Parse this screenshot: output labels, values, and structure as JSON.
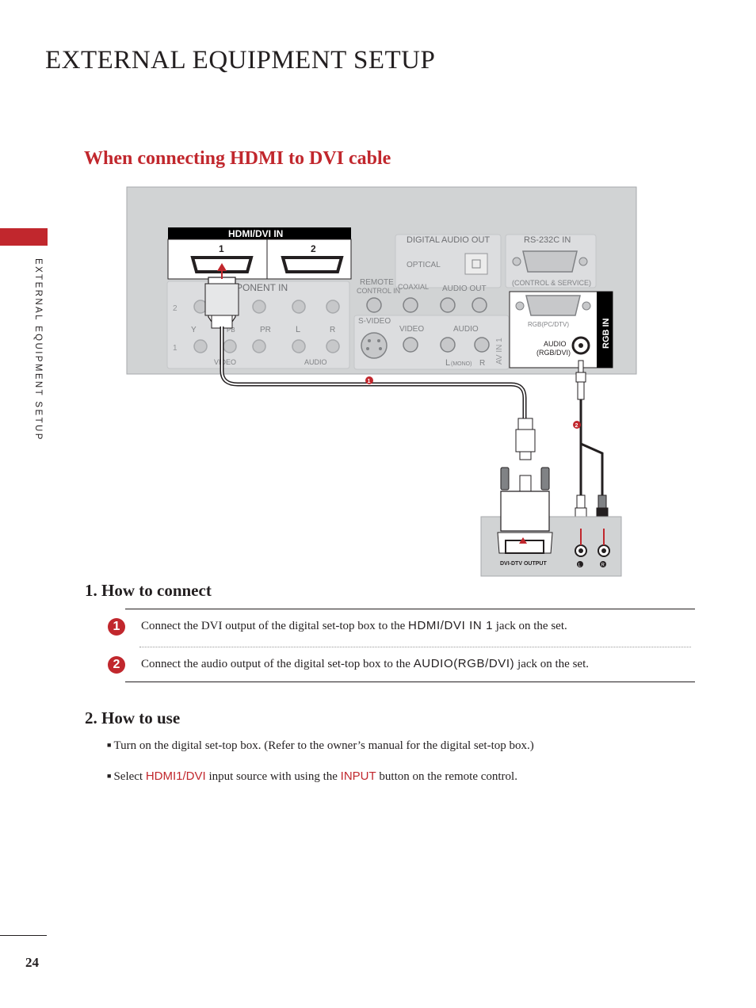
{
  "header": {
    "title": "EXTERNAL EQUIPMENT SETUP"
  },
  "sidebar": {
    "label": "EXTERNAL EQUIPMENT SETUP"
  },
  "section": {
    "title": "When connecting HDMI to DVI cable"
  },
  "diagram": {
    "hdmi_label": "HDMI/DVI IN",
    "hdmi_port_1": "1",
    "hdmi_port_2": "2",
    "component_label": "MPONENT IN",
    "comp_row_2": "2",
    "comp_row_1": "1",
    "comp_y": "Y",
    "comp_pb": "PB",
    "comp_pr": "PR",
    "comp_l": "L",
    "comp_r": "R",
    "comp_video": "VIDEO",
    "comp_audio": "AUDIO",
    "digital_audio_out": "DIGITAL AUDIO OUT",
    "optical": "OPTICAL",
    "coaxial": "COAXIAL",
    "remote_control_in_1": "REMOTE",
    "remote_control_in_2": "CONTROL IN",
    "audio_out": "AUDIO OUT",
    "rs232c_in": "RS-232C IN",
    "control_service": "(CONTROL & SERVICE)",
    "svideo": "S-VIDEO",
    "video": "VIDEO",
    "audio": "AUDIO",
    "av_in": "AV IN 1",
    "l_mono_l": "L",
    "l_mono": "(MONO)",
    "r": "R",
    "rgb_pc_dtv": "RGB(PC/DTV)",
    "audio_rgb_dvi_1": "AUDIO",
    "audio_rgb_dvi_2": "(RGB/DVI)",
    "rgb_in": "RGB IN",
    "dvi_dtv_output": "DVI-DTV OUTPUT",
    "callout_1": "1",
    "callout_2": "2",
    "jack_l": "L",
    "jack_r": "R"
  },
  "how_to_connect": {
    "heading": "1. How to connect",
    "steps": [
      {
        "num": "1",
        "text_before": "Connect the DVI output of the digital set-top box to the ",
        "keyword": "HDMI/DVI IN 1",
        "text_after": " jack on the set."
      },
      {
        "num": "2",
        "text_before": "Connect the audio output of the digital set-top box to the ",
        "keyword": "AUDIO(RGB/DVI)",
        "text_after": " jack on the set."
      }
    ]
  },
  "how_to_use": {
    "heading": "2. How to use",
    "line1": "Turn on the digital set-top box. (Refer to the owner’s manual for the digital set-top box.)",
    "line2_before": "Select ",
    "line2_kw1": "HDMI1/DVI",
    "line2_mid": " input source with using the ",
    "line2_kw2": "INPUT",
    "line2_after": " button on the remote control."
  },
  "footer": {
    "page_number": "24"
  },
  "colors": {
    "accent": "#c1272d",
    "panel": "#d1d3d4",
    "text": "#231f20"
  }
}
